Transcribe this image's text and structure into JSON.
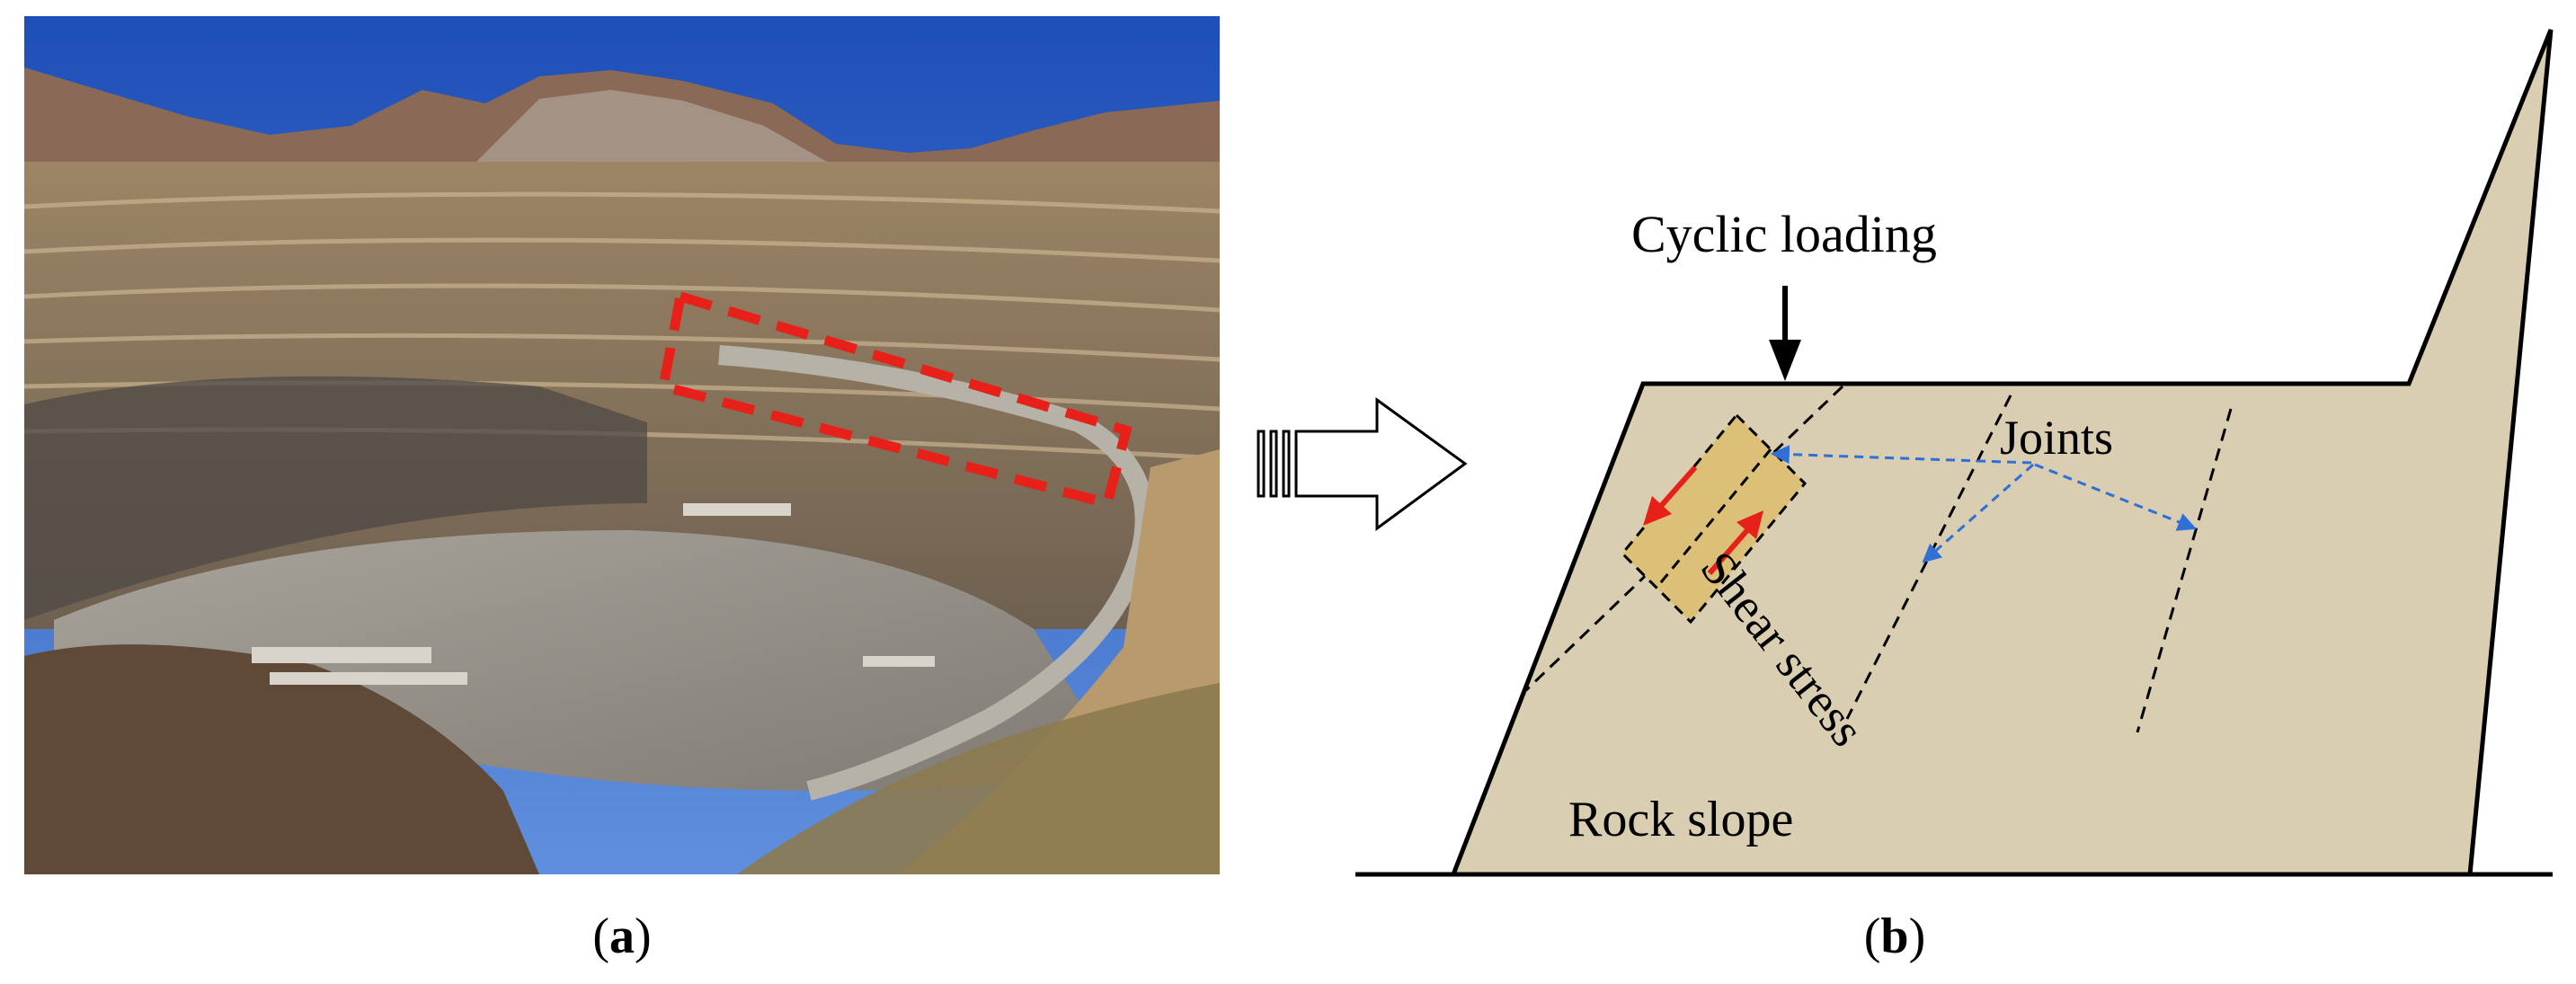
{
  "panel_a": {
    "label_open": "(",
    "label_letter": "a",
    "label_close": ")"
  },
  "panel_b": {
    "label_open": "(",
    "label_letter": "b",
    "label_close": ")",
    "cyclic_loading": "Cyclic loading",
    "joints": "Joints",
    "shear_stress": "Shear stress",
    "rock_slope": "Rock slope"
  },
  "colors": {
    "slope_fill": "#d9ceb1",
    "shear_block_fill": "#dcc078",
    "highlight_red": "#e8201a",
    "joint_arrow_blue": "#2f6fd6",
    "sky_blue": "#2e63c4"
  }
}
